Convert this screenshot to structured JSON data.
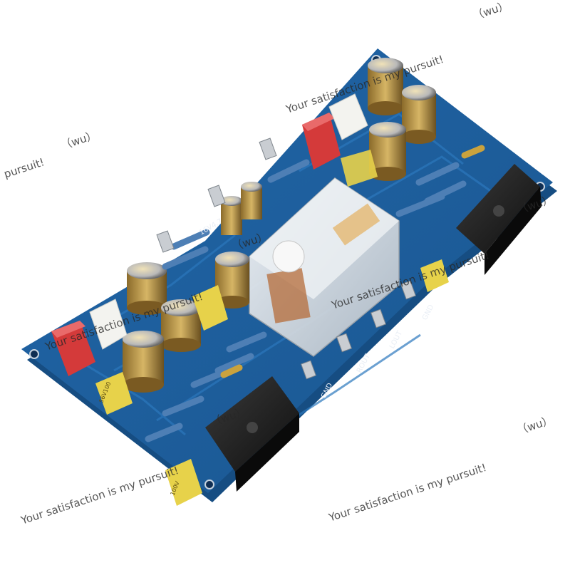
{
  "colors": {
    "board": "#1e5f9e",
    "board_edge": "#17487a",
    "trace": "#2a73b8",
    "silk": "#e9eef5",
    "relay": "#d8dde2",
    "cap_body": "#c9a455",
    "cap_dark": "#2c2a24",
    "heatsink": "#1c1c1c",
    "red_pot": "#d83a3a",
    "yellow_cap": "#e9d34a",
    "connector": "#f2f2ee"
  },
  "watermark": {
    "text": "Your satisfaction is my pursuit!",
    "suffix": "（wu）",
    "fragment": "pursuit!",
    "fragment_suffix": "（wu）"
  },
  "silkscreen": {
    "gnd": "GND",
    "rout": "ROUT",
    "lout": "LOUT",
    "cap_code_a": "56V100",
    "cap_code_b": "100V",
    "cap_code_c": "16V4.7"
  }
}
